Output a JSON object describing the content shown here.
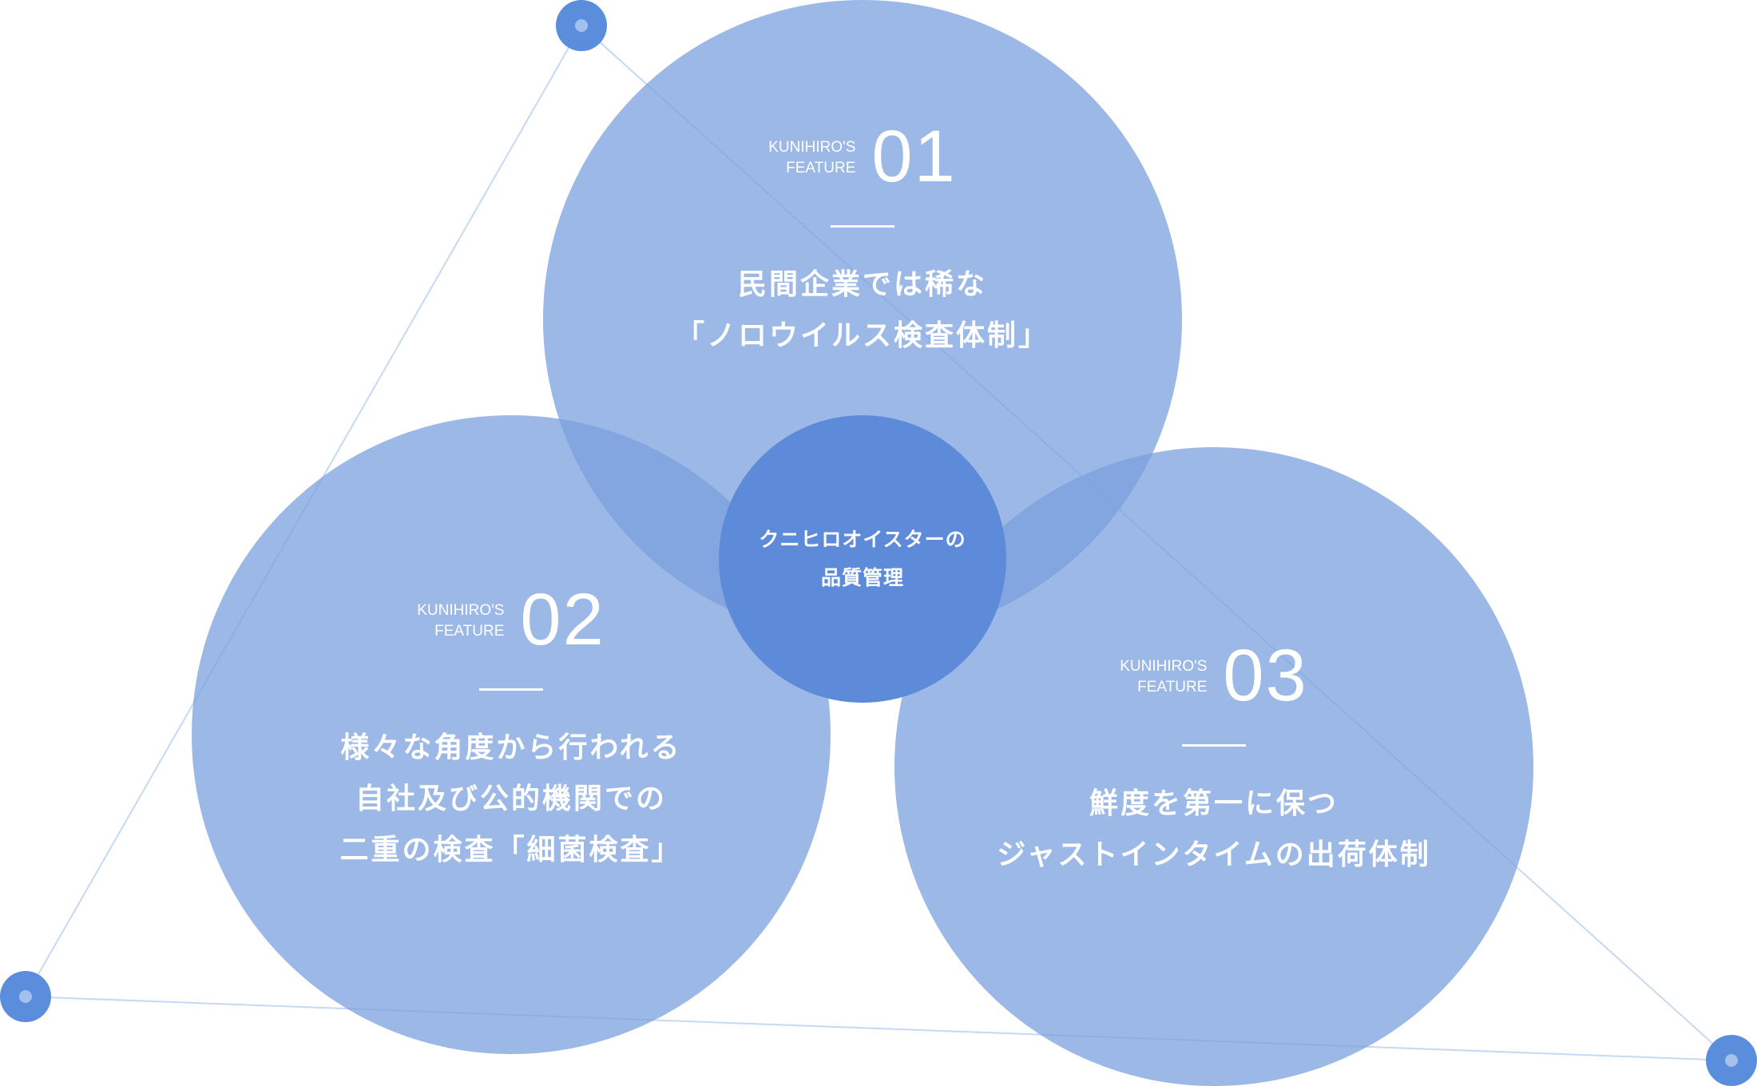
{
  "center": {
    "line1": "クニヒロオイスターの",
    "line2": "品質管理"
  },
  "features": [
    {
      "kicker_line1": "KUNIHIRO'S",
      "kicker_line2": "FEATURE",
      "number": "01",
      "desc": [
        "民間企業では稀な",
        "「ノロウイルス検査体制」"
      ]
    },
    {
      "kicker_line1": "KUNIHIRO'S",
      "kicker_line2": "FEATURE",
      "number": "02",
      "desc": [
        "様々な角度から行われる",
        "自社及び公的機関での",
        "二重の検査「細菌検査」"
      ]
    },
    {
      "kicker_line1": "KUNIHIRO'S",
      "kicker_line2": "FEATURE",
      "number": "03",
      "desc": [
        "鮮度を第一に保つ",
        "ジャストインタイムの出荷体制"
      ]
    }
  ],
  "colors": {
    "circle_fill": "#7ba0de",
    "center_fill": "#5e8bd9",
    "node_fill": "#5b8ddd",
    "connector_line": "#c7d9f2"
  }
}
